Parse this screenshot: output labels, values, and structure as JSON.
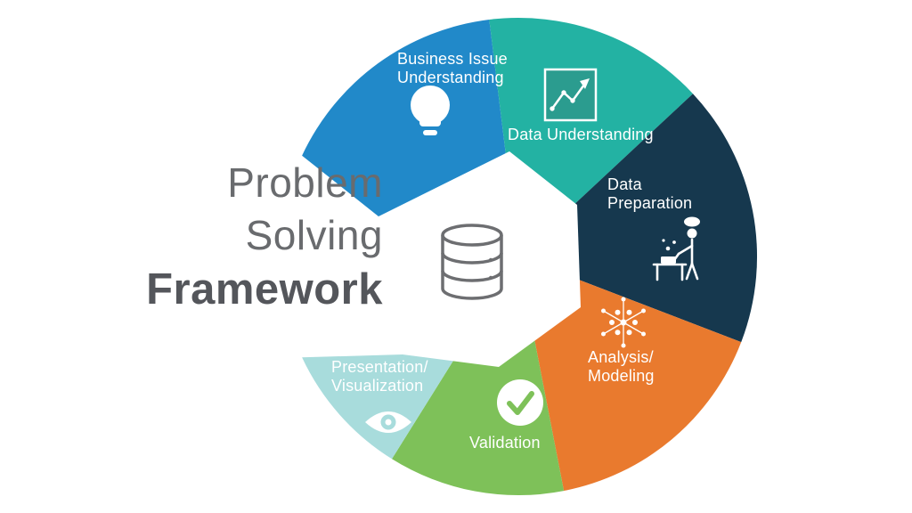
{
  "title": {
    "problem": "Problem",
    "solving": "Solving",
    "framework": "Framework"
  },
  "diagram": {
    "segments": [
      {
        "id": "business-issue-understanding",
        "label": "Business Issue\nUnderstanding",
        "color": "#2189c9",
        "icon": "lightbulb-icon"
      },
      {
        "id": "data-understanding",
        "label": "Data Understanding",
        "color": "#23b2a3",
        "icon": "line-chart-icon"
      },
      {
        "id": "data-preparation",
        "label": "Data\nPreparation",
        "color": "#16384e",
        "icon": "cooking-icon"
      },
      {
        "id": "analysis-modeling",
        "label": "Analysis/\nModeling",
        "color": "#e97a2e",
        "icon": "network-icon"
      },
      {
        "id": "validation",
        "label": "Validation",
        "color": "#7ec159",
        "icon": "check-icon"
      },
      {
        "id": "presentation-visualization",
        "label": "Presentation/\nVisualization",
        "color": "#a8dcdc",
        "icon": "eye-icon"
      }
    ],
    "center_icon": "database-icon",
    "colors": {
      "chart_box_fill": "#2b9c8f",
      "title_light": "#696b6e",
      "title_dark": "#54565b",
      "database_gray": "#6d6e71",
      "background": "#ffffff"
    }
  }
}
